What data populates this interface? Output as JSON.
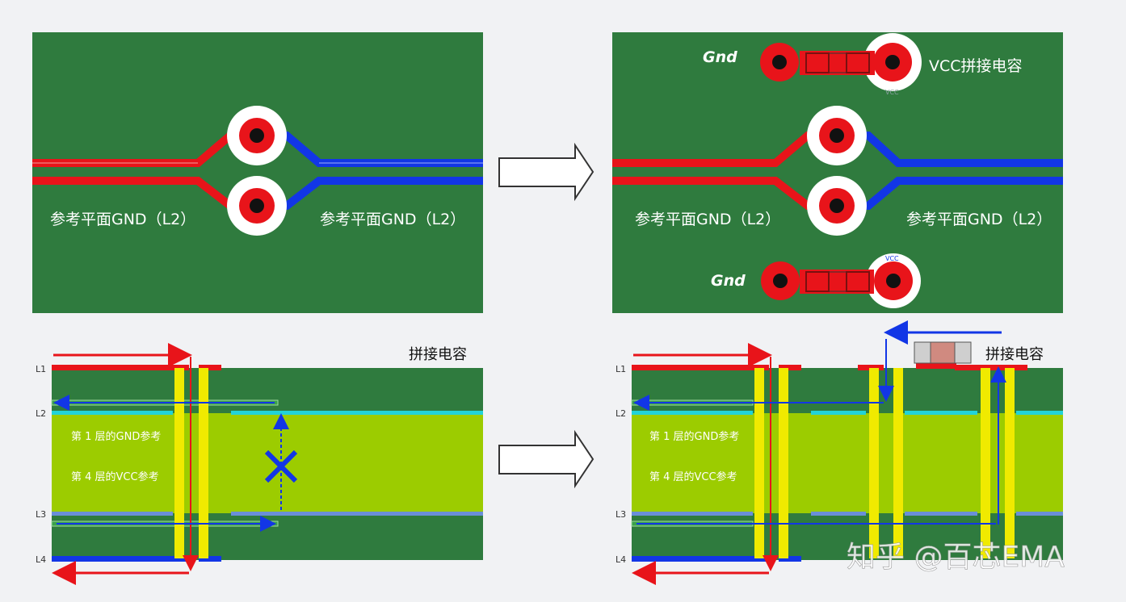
{
  "top_left": {
    "label_left": "参考平面GND（L2）",
    "label_right": "参考平面GND（L2）"
  },
  "top_right": {
    "gnd_top": "Gnd",
    "cap_label": "VCC拼接电容",
    "vcc_small_top": "VCC",
    "label_left": "参考平面GND（L2）",
    "label_right": "参考平面GND（L2）",
    "gnd_bottom": "Gnd",
    "vcc_small_bottom": "VCC"
  },
  "bottom_left": {
    "layers": [
      "L1",
      "L2",
      "L3",
      "L4"
    ],
    "cap_label": "拼接电容",
    "ref_gnd": "第 1 层的GND参考",
    "ref_vcc": "第 4 层的VCC参考"
  },
  "bottom_right": {
    "layers": [
      "L1",
      "L2",
      "L3",
      "L4"
    ],
    "cap_label": "拼接电容",
    "ref_gnd": "第 1 层的GND参考",
    "ref_vcc": "第 4 层的VCC参考"
  },
  "watermark": "知乎 @百芯EMA",
  "colors": {
    "board_green": "#2f7b3e",
    "core_lime": "#9ccc00",
    "trace_red": "#e8141a",
    "trace_blue": "#1236e6",
    "via_yellow": "#f0ea00",
    "plane_cyan": "#22d3d8"
  }
}
